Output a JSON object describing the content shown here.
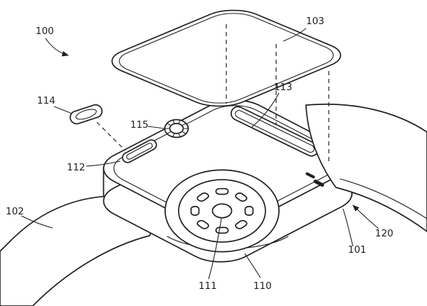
{
  "figure": {
    "kind": "patent-style exploded view of a smartwatch",
    "background": "#ffffff",
    "line_color": "#1f1f1f"
  },
  "labels": [
    {
      "ref": "100",
      "part": "overall-assembly"
    },
    {
      "ref": "101",
      "part": "case-body"
    },
    {
      "ref": "102",
      "part": "band-left"
    },
    {
      "ref": "103",
      "part": "cover-glass"
    },
    {
      "ref": "110",
      "part": "back-cover"
    },
    {
      "ref": "111",
      "part": "sensor-center"
    },
    {
      "ref": "112",
      "part": "side-button"
    },
    {
      "ref": "113",
      "part": "band-slot"
    },
    {
      "ref": "114",
      "part": "button-cap"
    },
    {
      "ref": "115",
      "part": "crown"
    },
    {
      "ref": "120",
      "part": "band-right"
    }
  ]
}
